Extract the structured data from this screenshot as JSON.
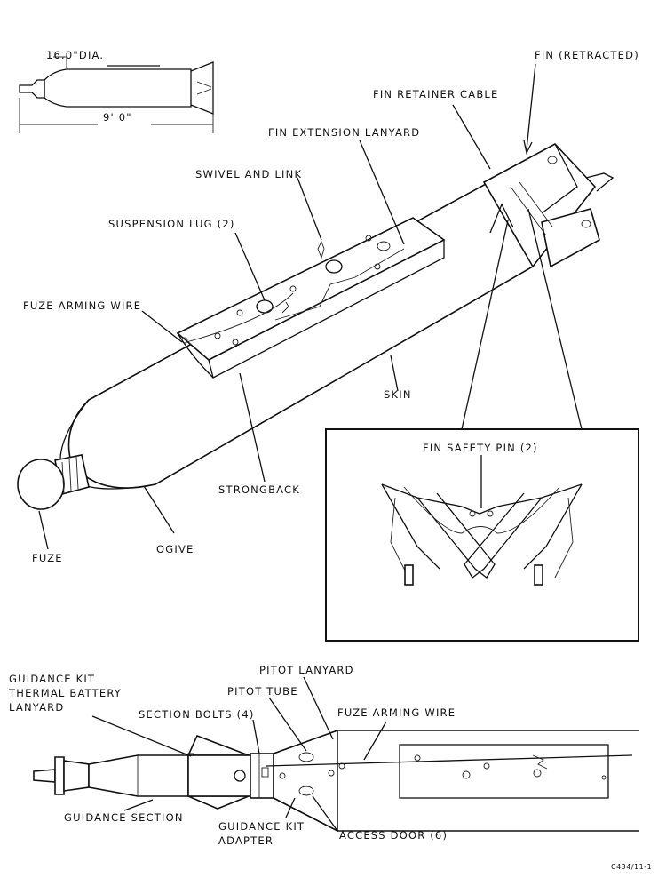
{
  "thumbnail": {
    "diameter_label": "16.0\"DIA.",
    "length_label": "9' 0\""
  },
  "main_labels": {
    "fin_retracted": "FIN (RETRACTED)",
    "fin_retainer_cable": "FIN RETAINER CABLE",
    "fin_extension_lanyard": "FIN EXTENSION LANYARD",
    "swivel_and_link": "SWIVEL  AND LINK",
    "suspension_lug": "SUSPENSION LUG (2)",
    "fuze_arming_wire": "FUZE ARMING WIRE",
    "skin": "SKIN",
    "strongback": "STRONGBACK",
    "ogive": "OGIVE",
    "fuze": "FUZE"
  },
  "inset": {
    "fin_safety_pin": "FIN SAFETY PIN (2)"
  },
  "guidance_labels": {
    "thermal_battery_lanyard_line1": "GUIDANCE KIT",
    "thermal_battery_lanyard_line2": "THERMAL BATTERY",
    "thermal_battery_lanyard_line3": "LANYARD",
    "section_bolts": "SECTION BOLTS (4)",
    "pitot_lanyard": "PITOT LANYARD",
    "pitot_tube": "PITOT TUBE",
    "fuze_arming_wire": "FUZE ARMING WIRE",
    "guidance_section": "GUIDANCE SECTION",
    "guidance_kit_adapter_line1": "GUIDANCE KIT",
    "guidance_kit_adapter_line2": "ADAPTER",
    "access_door": "ACCESS DOOR (6)"
  },
  "figure_code": "C434/11-1"
}
